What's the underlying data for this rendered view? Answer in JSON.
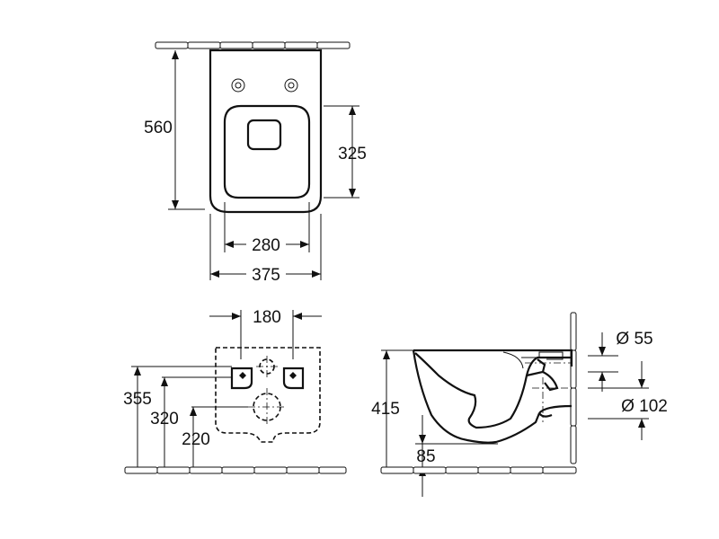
{
  "top_view": {
    "overall_length": "560",
    "seat_opening_length": "325",
    "inner_width": "280",
    "overall_width": "375"
  },
  "rear_view": {
    "bolt_spacing": "180",
    "height_355": "355",
    "height_320": "320",
    "height_220": "220"
  },
  "side_view": {
    "rim_height": "415",
    "outlet_offset": "85",
    "inlet_diameter": "Ø 55",
    "outlet_diameter": "Ø 102"
  }
}
